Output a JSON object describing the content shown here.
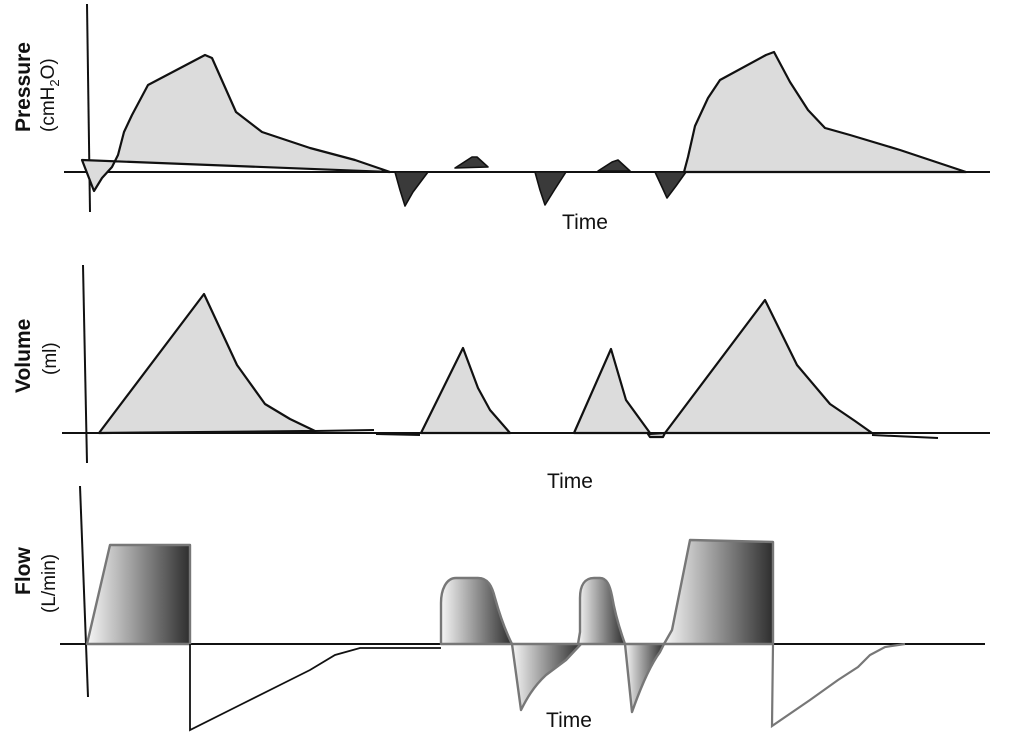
{
  "panels": {
    "pressure": {
      "label_main": "Pressure",
      "label_unit_pre": "(cmH",
      "label_unit_sub": "2",
      "label_unit_post": "O)",
      "time_label": "Time"
    },
    "volume": {
      "label_main": "Volume",
      "label_unit": "(ml)",
      "time_label": "Time"
    },
    "flow": {
      "label_main": "Flow",
      "label_unit": "(L/min)",
      "time_label": "Time"
    }
  },
  "colors": {
    "fill_light": "#dcdcdc",
    "fill_dark": "#3a3a3a",
    "stroke": "#111111",
    "flow_grad_start": "#f4f4f4",
    "flow_grad_end": "#2e2e2e"
  }
}
